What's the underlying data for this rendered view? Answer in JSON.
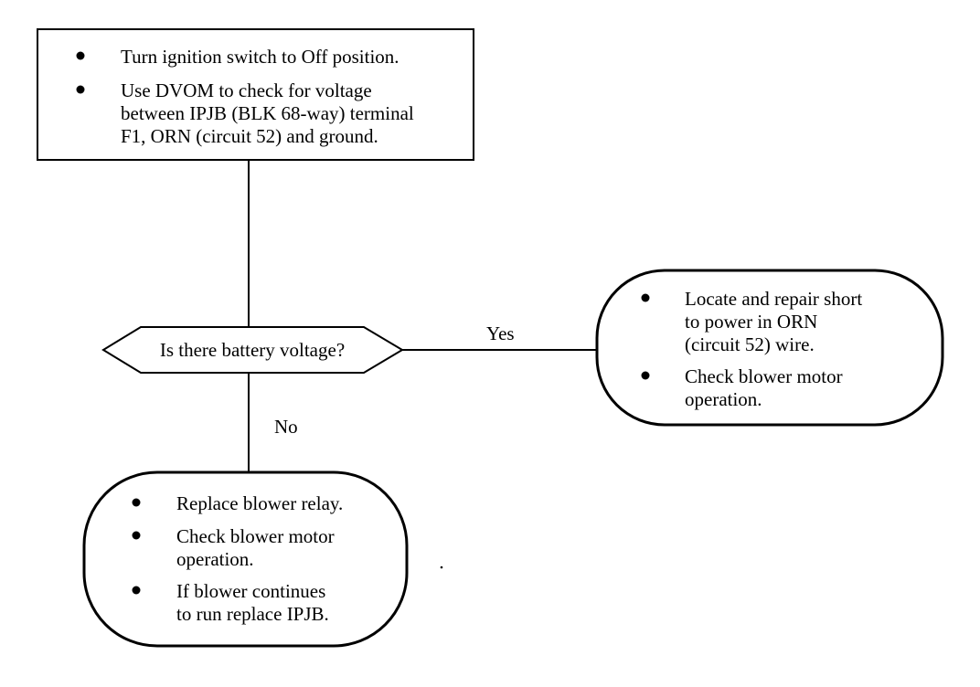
{
  "flowchart": {
    "start_box": {
      "bullets": [
        {
          "lines": [
            "Turn ignition switch to Off position."
          ]
        },
        {
          "lines": [
            "Use DVOM to check for voltage",
            "between IPJB (BLK 68-way) terminal",
            "F1, ORN (circuit 52) and ground."
          ]
        }
      ]
    },
    "decision": {
      "text": "Is there battery voltage?"
    },
    "yes_label": "Yes",
    "no_label": "No",
    "yes_box": {
      "bullets": [
        {
          "lines": [
            "Locate and repair short",
            "to power in ORN",
            "(circuit 52) wire."
          ]
        },
        {
          "lines": [
            "Check blower motor",
            "operation."
          ]
        }
      ]
    },
    "no_box": {
      "bullets": [
        {
          "lines": [
            "Replace blower relay."
          ]
        },
        {
          "lines": [
            "Check blower motor",
            "operation."
          ]
        },
        {
          "lines": [
            "If blower continues",
            "to run replace IPJB."
          ]
        }
      ]
    },
    "colors": {
      "line": "#000000",
      "background": "#ffffff"
    }
  }
}
